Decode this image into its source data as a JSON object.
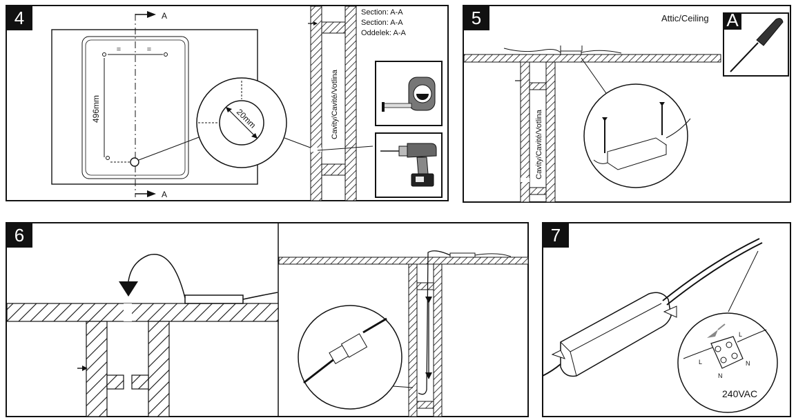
{
  "panel4": {
    "step": "4",
    "section_a_top": "A",
    "section_a_bottom": "A",
    "dim_equal_left": "=",
    "dim_equal_right": "=",
    "dim_height": "496mm",
    "dim_hole": "20mm",
    "section_line1": "Section: A-A",
    "section_line2": "Section: A-A",
    "section_line3": "Oddelek: A-A",
    "cavity_label": "Cavity/Cavité/Votlina",
    "tool_top": "measuring-tape",
    "tool_bottom": "power-drill"
  },
  "panel5": {
    "step": "5",
    "attic_label": "Attic/Ceiling",
    "inset_letter": "A",
    "cavity_label": "Cavity/Cavité/Votlina",
    "tool": "screwdriver"
  },
  "panel6": {
    "step": "6"
  },
  "panel7": {
    "step": "7",
    "terminal_l1": "L",
    "terminal_l2": "L",
    "terminal_n1": "N",
    "terminal_n2": "N",
    "voltage": "240VAC"
  },
  "colors": {
    "ink": "#111111",
    "badge": "#111111",
    "paper": "#ffffff"
  }
}
